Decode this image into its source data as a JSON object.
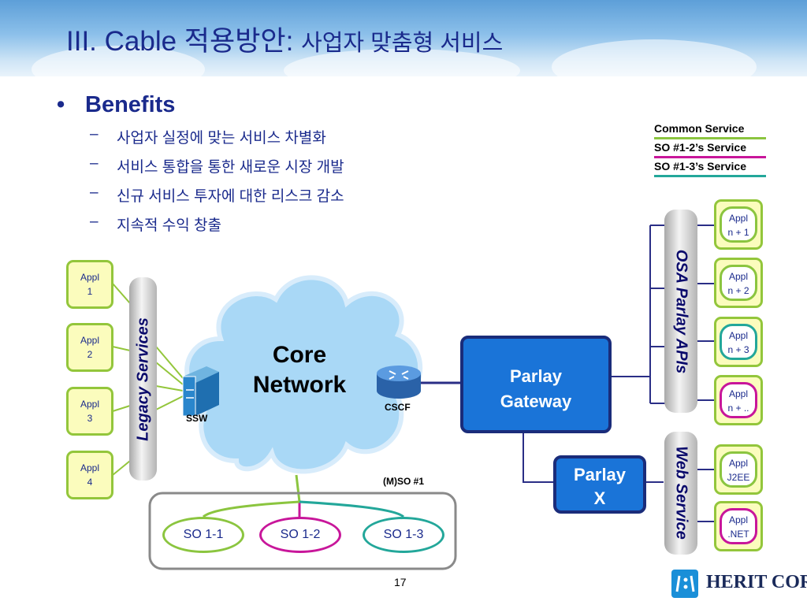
{
  "header": {
    "title_main": "III. Cable 적용방안:",
    "title_sub": "사업자 맞춤형 서비스"
  },
  "bullets": {
    "heading": "Benefits",
    "items": [
      "사업자 실정에 맞는 서비스 차별화",
      "서비스 통합을 통한 새로운 시장 개발",
      "신규 서비스 투자에 대한 리스크 감소",
      "지속적 수익 창출"
    ]
  },
  "legend": [
    {
      "label": "Common Service",
      "color": "#8bc53f"
    },
    {
      "label": "SO #1-2’s Service",
      "color": "#c8169a"
    },
    {
      "label": "SO #1-3’s Service",
      "color": "#23a79a"
    }
  ],
  "left_apps": [
    {
      "line1": "Appl",
      "line2": "1"
    },
    {
      "line1": "Appl",
      "line2": "2"
    },
    {
      "line1": "Appl",
      "line2": "3"
    },
    {
      "line1": "Appl",
      "line2": "4"
    }
  ],
  "right_apps": [
    {
      "line1": "Appl",
      "line2": "n + 1",
      "ring": "#8bc53f"
    },
    {
      "line1": "Appl",
      "line2": "n + 2",
      "ring": "#8bc53f"
    },
    {
      "line1": "Appl",
      "line2": "n + 3",
      "ring": "#23a79a"
    },
    {
      "line1": "Appl",
      "line2": "n + ..",
      "ring": "#c8169a"
    },
    {
      "line1": "Appl",
      "line2": "J2EE",
      "ring": "#8bc53f"
    },
    {
      "line1": "Appl",
      "line2": ".NET",
      "ring": "#c8169a"
    }
  ],
  "labels": {
    "legacy": "Legacy Services",
    "osa": "OSA Parlay APIs",
    "web": "Web Service",
    "core_line1": "Core",
    "core_line2": "Network",
    "ssw": "SSW",
    "cscf": "CSCF",
    "parlay_gw_line1": "Parlay",
    "parlay_gw_line2": "Gateway",
    "parlay_x_line1": "Parlay",
    "parlay_x_line2": "X",
    "mso": "(M)SO #1"
  },
  "so_nodes": [
    {
      "label": "SO 1-1",
      "color": "#8bc53f"
    },
    {
      "label": "SO 1-2",
      "color": "#c8169a"
    },
    {
      "label": "SO 1-3",
      "color": "#23a79a"
    }
  ],
  "footer": {
    "page": "17",
    "company": "HERIT CORP."
  }
}
